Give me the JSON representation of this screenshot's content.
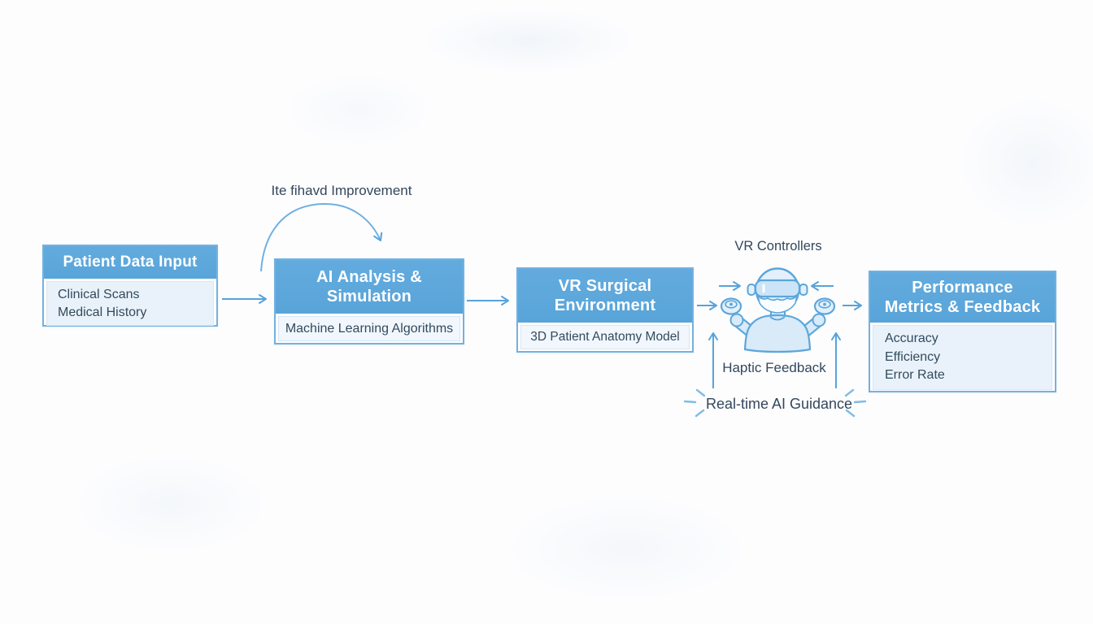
{
  "diagram": {
    "type": "flowchart",
    "topic": "AI-assisted VR surgical training pipeline"
  },
  "boxes": {
    "patient_data": {
      "title": "Patient Data Input",
      "title_lines": [
        "Patient Data Input"
      ],
      "items": [
        "Clinical Scans",
        "Medical History"
      ]
    },
    "ai_analysis": {
      "title": "AI Analysis & Simulation",
      "title_lines": [
        "AI Analysis &",
        "Simulation"
      ],
      "items": [
        "Machine Learning Algorithms"
      ]
    },
    "vr_environment": {
      "title": "VR Surgical Environment",
      "title_lines": [
        "VR Surgical",
        "Environment"
      ],
      "items": [
        "3D Patient Anatomy Model"
      ]
    },
    "performance": {
      "title": "Performance Metrics & Feedback",
      "title_lines": [
        "Performance",
        "Metrics & Feedback"
      ],
      "items": [
        "Accuracy",
        "Efficiency",
        "Error Rate"
      ]
    }
  },
  "labels": {
    "loop_improvement": "Ite fihavd Improvement",
    "vr_controllers": "VR Controllers",
    "haptic_feedback": "Haptic Feedback",
    "realtime_ai_guidance": "Real-time AI Guidance"
  },
  "icons": {
    "figure": "vr-user-icon",
    "left_hand": "vr-controller-left-icon",
    "right_hand": "vr-controller-right-icon"
  },
  "colors": {
    "header_blue": "#5BA6DA",
    "panel_light_blue": "#E9F2FA",
    "panel_lighter": "#F1F7FC",
    "box_border": "#74B1DF",
    "arrow_blue": "#56A3DB",
    "figure_outline": "#5CA6DA",
    "figure_fill": "#D9EAF8",
    "text_dark": "#33475C",
    "header_text": "#FFFFFF",
    "background": "#FDFDFE"
  }
}
